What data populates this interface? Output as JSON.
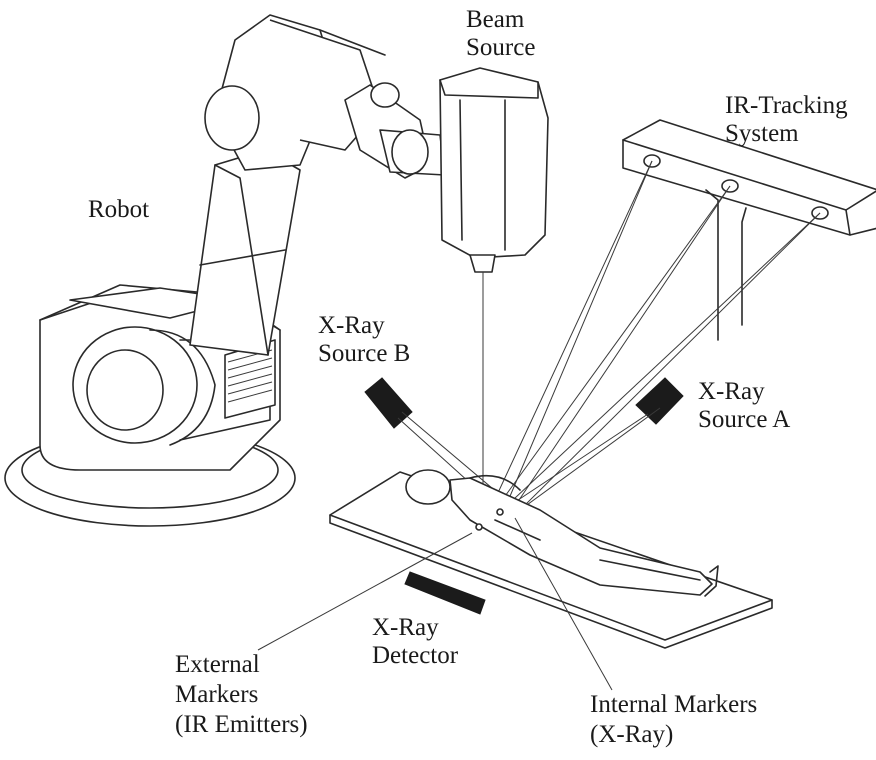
{
  "labels": {
    "beam_source": [
      "Beam",
      "Source"
    ],
    "ir_tracking": [
      "IR-Tracking",
      "System"
    ],
    "robot": "Robot",
    "xray_source_b": [
      "X-Ray",
      "Source B"
    ],
    "xray_source_a": [
      "X-Ray",
      "Source A"
    ],
    "xray_detector": [
      "X-Ray",
      "Detector"
    ],
    "external_markers": [
      "External",
      "Markers",
      "(IR Emitters)"
    ],
    "internal_markers": [
      "Internal Markers",
      "(X-Ray)"
    ]
  }
}
